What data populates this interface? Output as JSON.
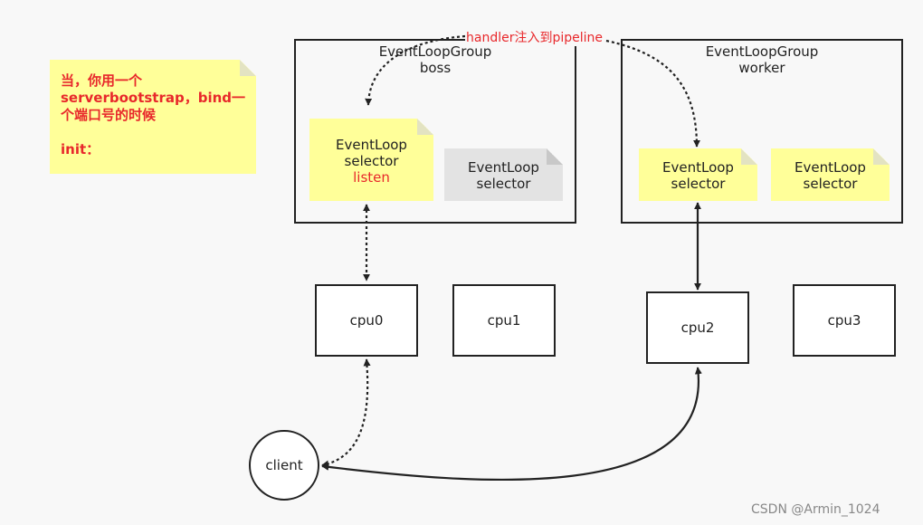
{
  "init_note": {
    "lines": [
      "当，你用一个",
      "serverbootstrap，bind一",
      "个端口号的时候",
      "",
      "init："
    ]
  },
  "boss_group": {
    "title_line1": "EventLoopGroup",
    "title_line2": "boss",
    "loop1": {
      "line1": "EventLoop",
      "line2": "selector",
      "line3": "listen"
    },
    "loop2": {
      "line1": "EventLoop",
      "line2": "selector"
    }
  },
  "worker_group": {
    "title_line1": "EventLoopGroup",
    "title_line2": "worker",
    "loop1": {
      "line1": "EventLoop",
      "line2": "selector"
    },
    "loop2": {
      "line1": "EventLoop",
      "line2": "selector"
    }
  },
  "cpus": [
    "cpu0",
    "cpu1",
    "cpu2",
    "cpu3"
  ],
  "client_label": "client",
  "handler_label": "handler注入到pipeline",
  "watermark": "CSDN @Armin_1024",
  "colors": {
    "note_yellow": "#ffff99",
    "note_gray": "#e3e3e3",
    "accent_red": "#e8282b",
    "line": "#222222"
  }
}
